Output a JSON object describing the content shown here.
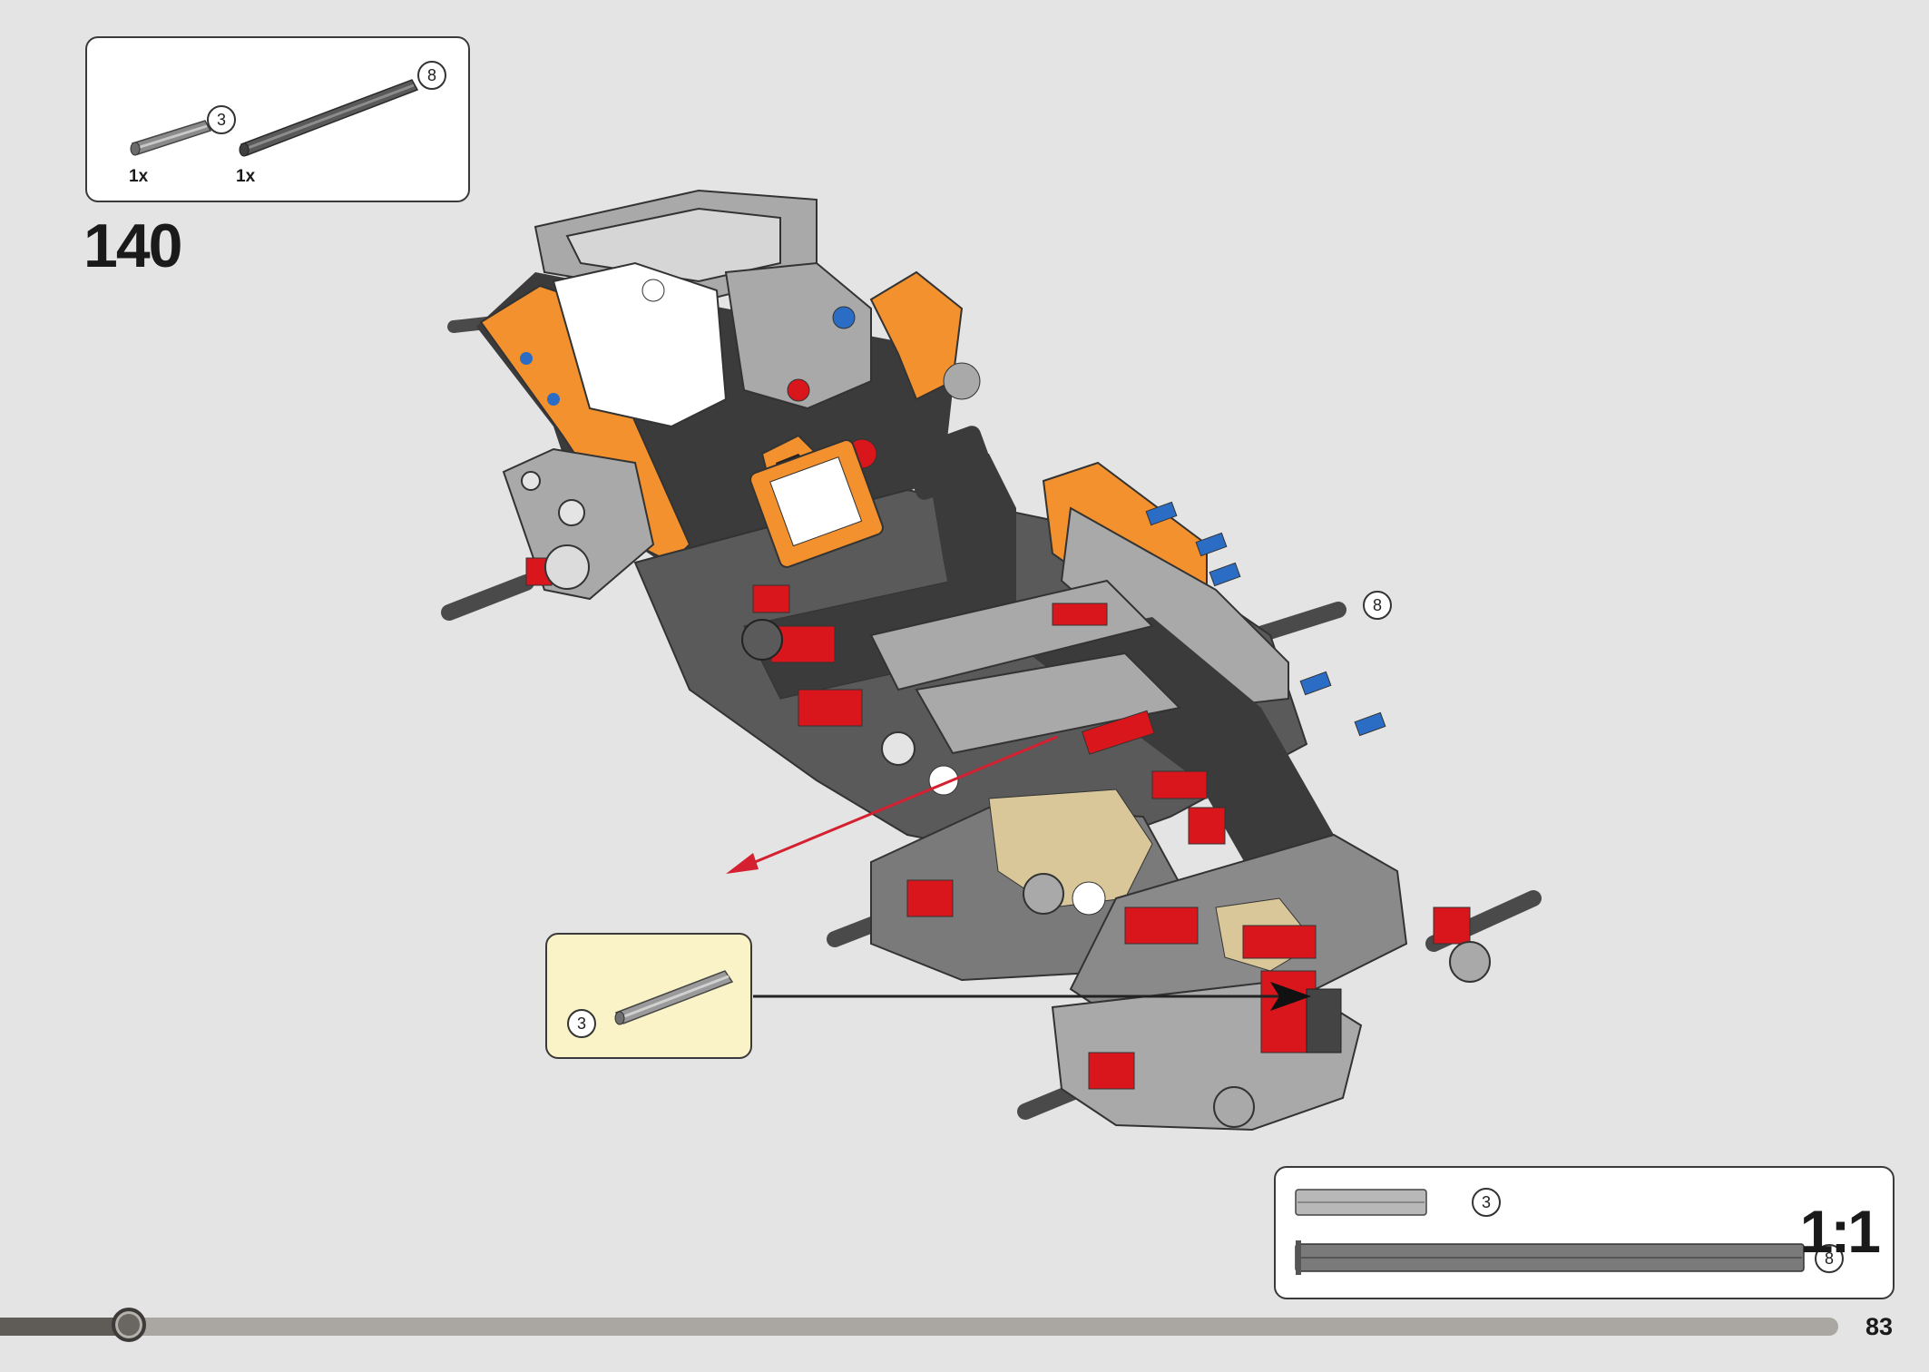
{
  "step": {
    "number": "140"
  },
  "parts_needed": [
    {
      "name": "axle-3",
      "length": "3",
      "qty": "1x"
    },
    {
      "name": "axle-8",
      "length": "8",
      "qty": "1x"
    }
  ],
  "callouts": {
    "main_axle_length": "8",
    "sub_axle_length": "3"
  },
  "scale": {
    "label": "1:1",
    "items": [
      {
        "length": "3"
      },
      {
        "length": "8"
      }
    ]
  },
  "progress": {
    "fraction": 0.07
  },
  "page": {
    "number": "83"
  },
  "colors": {
    "background": "#e4e4e4",
    "orange": "#f2912d",
    "dark_gray": "#3b3b3b",
    "light_gray": "#a9a9a9",
    "red": "#d8161b",
    "blue": "#2b6cc4",
    "tan": "#d9c79a",
    "arrow_red": "#d42030",
    "callout_bg": "#fbf3c8"
  }
}
